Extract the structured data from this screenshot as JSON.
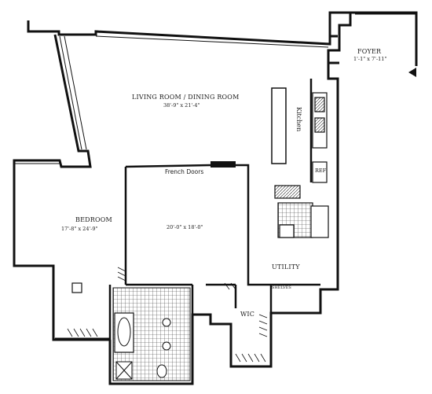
{
  "rooms": {
    "foyer": {
      "name": "FOYER",
      "dims": "1'-1\" x 7'-11\""
    },
    "living": {
      "name": "LIVING ROOM / DINING ROOM",
      "dims": "38'-9\" x 21'-4\""
    },
    "bedroom": {
      "name": "BEDROOM",
      "dims": "17'-8\" x 24'-9\""
    },
    "center": {
      "dims": "20'-0\" x 18'-0\""
    },
    "kitchen": {
      "name": "Kitchen"
    },
    "utility": {
      "name": "UTILITY"
    },
    "wic": {
      "name": "WIC"
    }
  },
  "labels": {
    "french_doors": "French Doors",
    "ref": "REF",
    "shelves": "SHELVES"
  },
  "colors": {
    "wall": "#111111",
    "background": "#ffffff"
  }
}
